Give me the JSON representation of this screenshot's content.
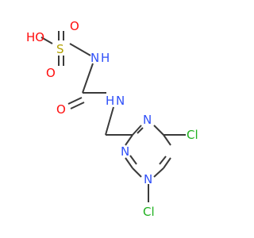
{
  "atoms": {
    "hydroxyl": "HO",
    "sulfur": "S",
    "oxygen_top": "O",
    "oxygen_bottom": "O",
    "sulfonamide_n": "N",
    "sulfonamide_h": "H",
    "carbonyl_o": "O",
    "amide_n": "N",
    "amide_h": "H",
    "ring_n_top": "N",
    "ring_n_left": "N",
    "ring_n_bottom": "N",
    "chlorine_right": "Cl",
    "chlorine_bottom": "Cl"
  },
  "colors": {
    "bond": "#3a3a3a",
    "oxygen": "#ff0d0d",
    "nitrogen": "#3050f8",
    "sulfur": "#b2a100",
    "chlorine": "#1fb01f"
  }
}
